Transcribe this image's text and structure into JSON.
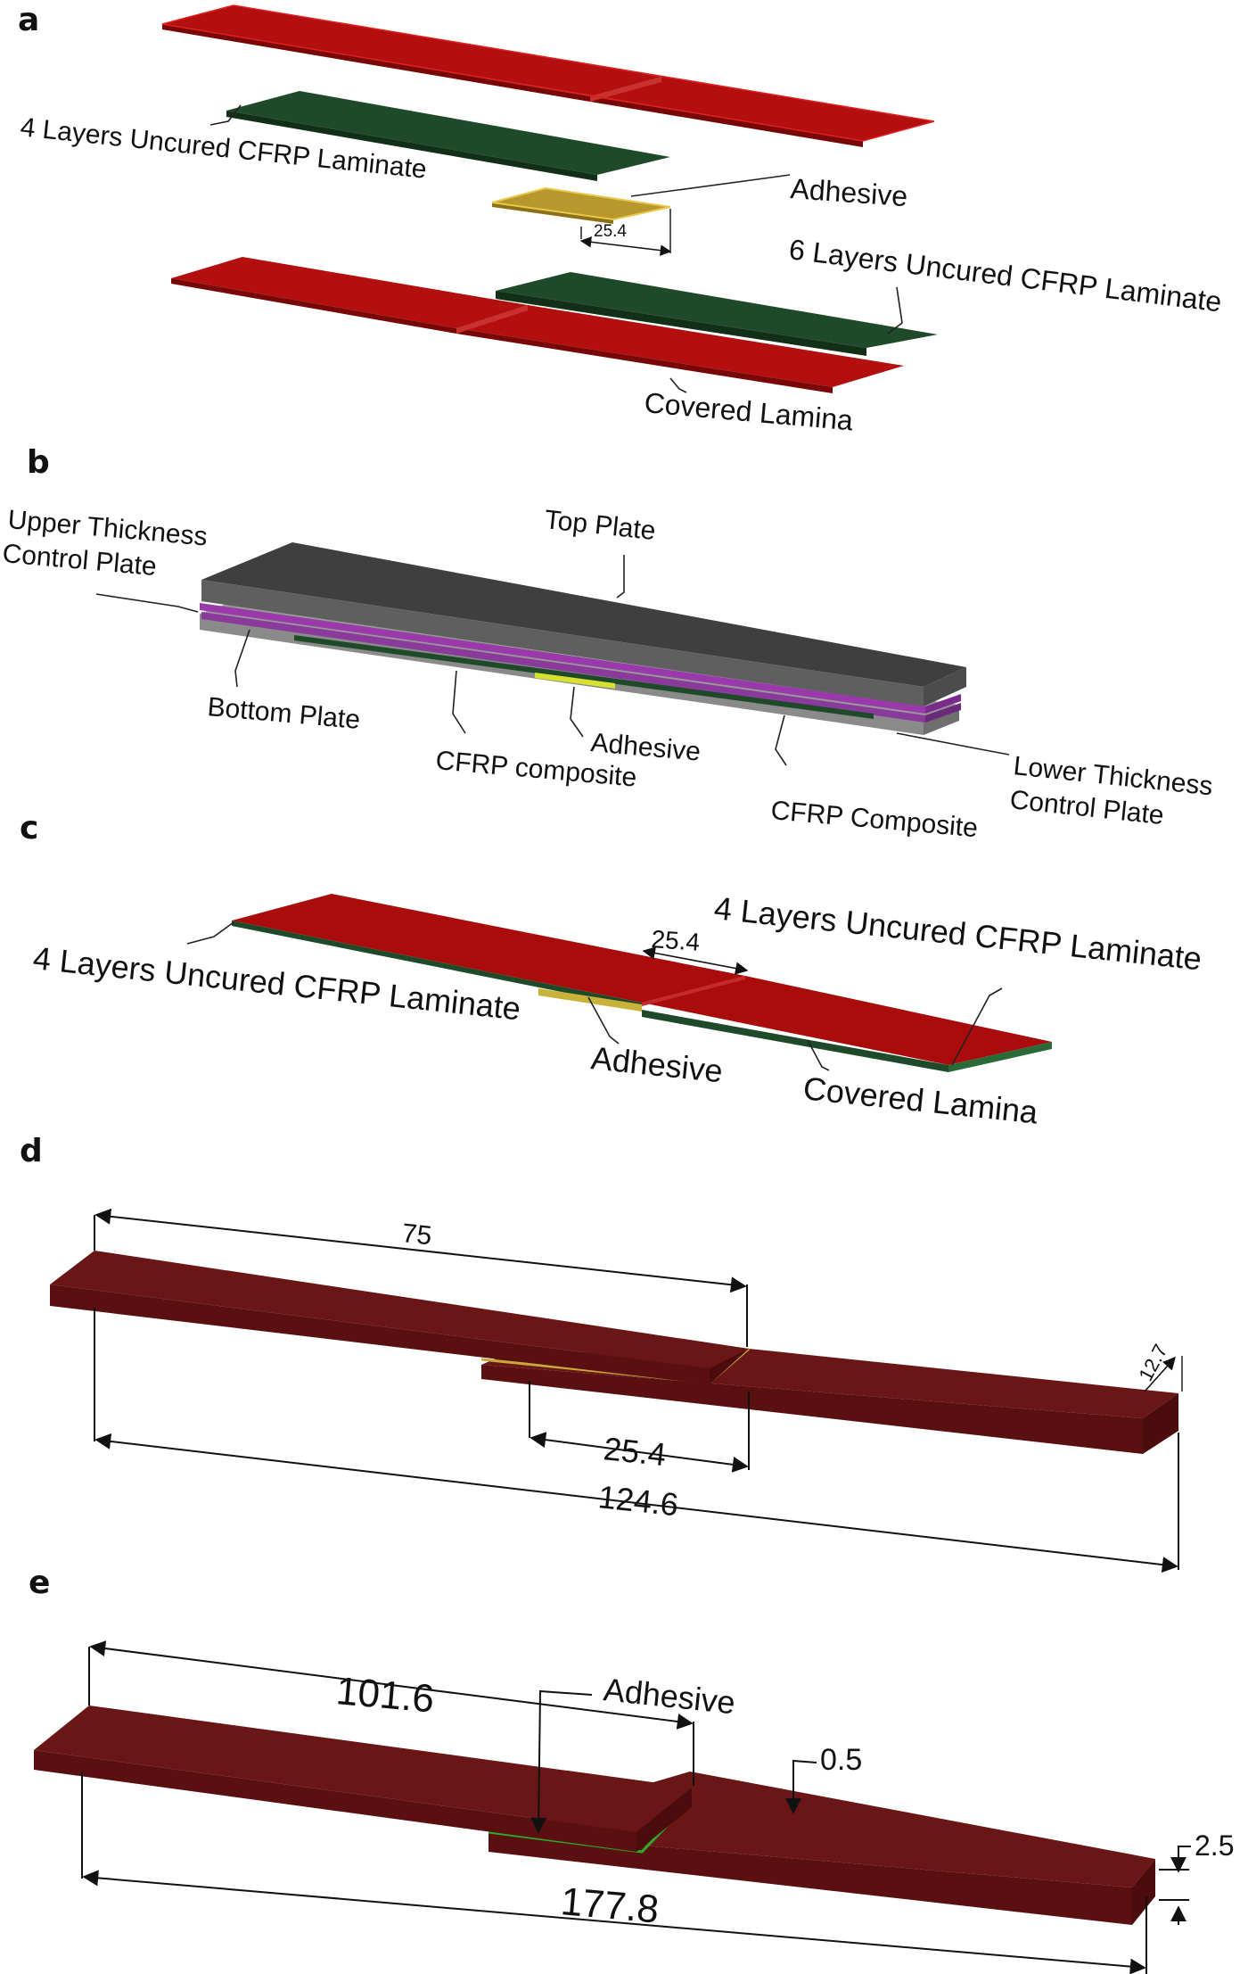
{
  "panels": {
    "a": {
      "letter": "a",
      "label_4_layers": "4 Layers Uncured CFRP Laminate",
      "label_adhesive": "Adhesive",
      "dim_overlap": "25.4",
      "label_6_layers": "6 Layers Uncured CFRP Laminate",
      "label_covered": "Covered Lamina"
    },
    "b": {
      "letter": "b",
      "label_upper_1": "Upper Thickness",
      "label_upper_2": "Control Plate",
      "label_top": "Top Plate",
      "label_bottom": "Bottom Plate",
      "label_cfrp_left": "CFRP composite",
      "label_adhesive": "Adhesive",
      "label_cfrp_right": "CFRP Composite",
      "label_lower_1": "Lower Thickness",
      "label_lower_2": "Control Plate"
    },
    "c": {
      "letter": "c",
      "dim_overlap": "25.4",
      "label_4_layers_right": "4 Layers Uncured CFRP Laminate",
      "label_4_layers_left": "4 Layers Uncured CFRP Laminate",
      "label_adhesive": "Adhesive",
      "label_covered": "Covered Lamina"
    },
    "d": {
      "letter": "d",
      "dim_length": "75",
      "dim_width": "12.7",
      "dim_overlap": "25.4",
      "dim_total": "124.6"
    },
    "e": {
      "letter": "e",
      "dim_length": "101.6",
      "label_adhesive": "Adhesive",
      "dim_adhesive_thickness": "0.5",
      "dim_thickness": "2.5",
      "dim_total": "177.8"
    }
  },
  "colors": {
    "lamina_red": "#b00d0d",
    "laminate_green": "#1f4a2a",
    "adhesive_yellow": "#c9a93a",
    "plate_grey": "#4a4a4a",
    "control_purple": "#8a3a9a",
    "part_maroon": "#5c1212",
    "adhesive_line_green": "#2faa2a"
  }
}
